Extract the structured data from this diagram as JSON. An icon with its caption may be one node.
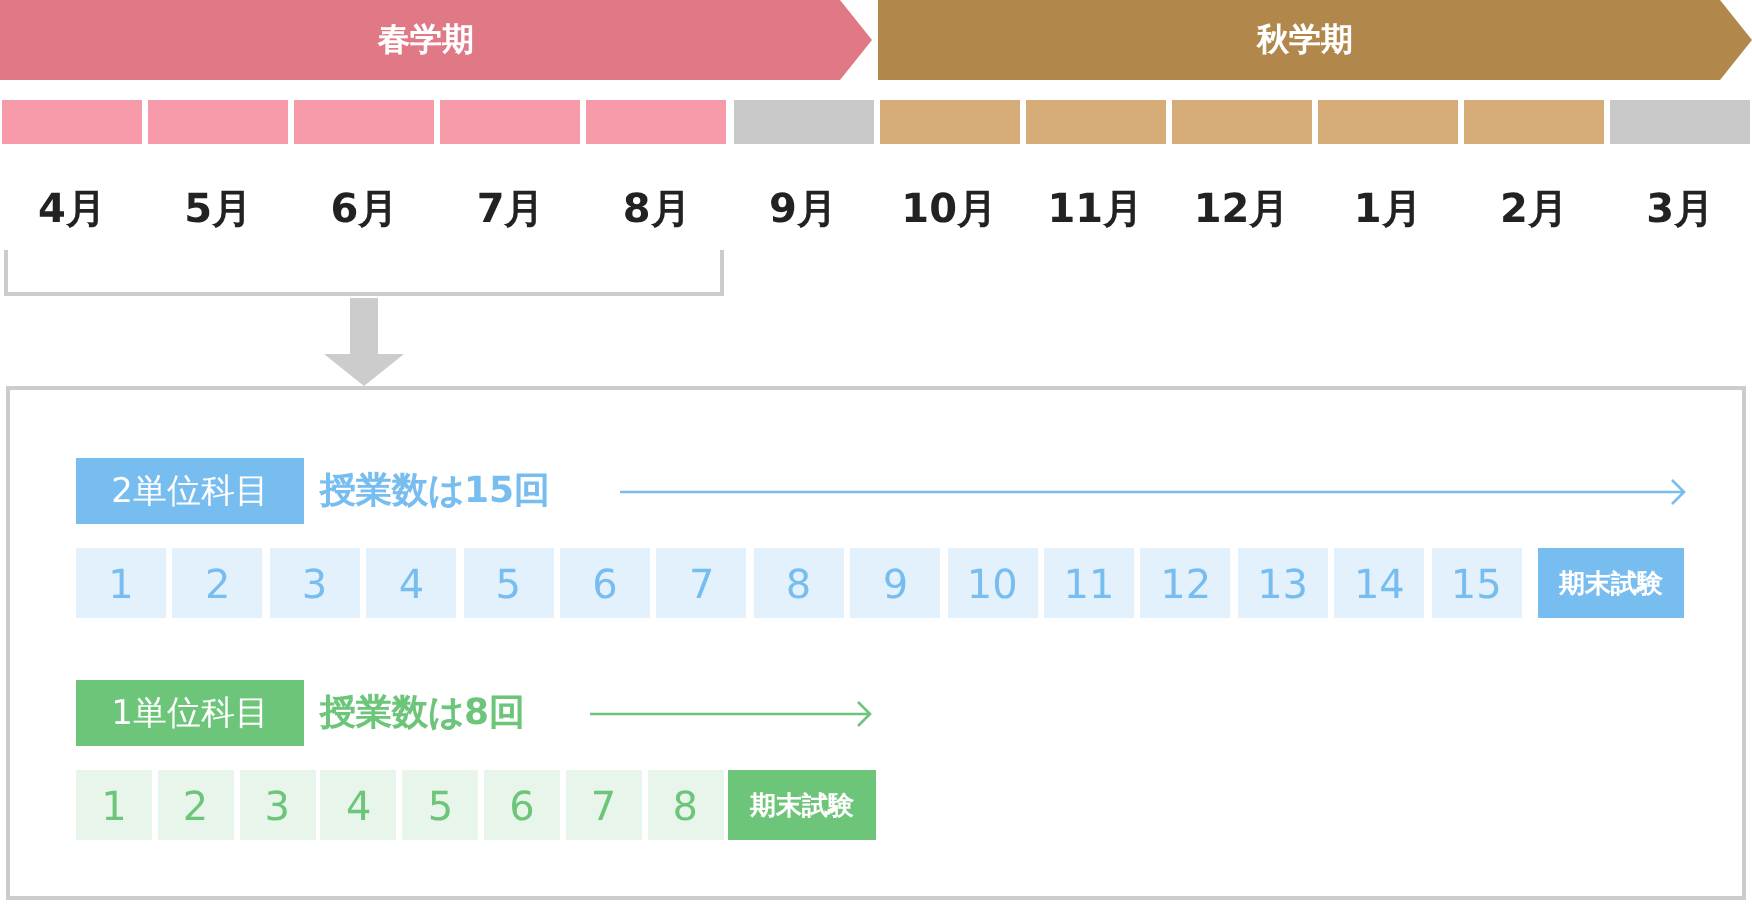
{
  "diagram": {
    "nodes": [
      {
        "text": [
          "春学期"
        ]
      },
      {
        "text": [
          "秋学期"
        ]
      },
      {
        "text": [
          "4月"
        ]
      },
      {
        "text": [
          "5月"
        ]
      },
      {
        "text": [
          "6月"
        ]
      },
      {
        "text": [
          "7月"
        ]
      },
      {
        "text": [
          "8月"
        ]
      },
      {
        "text": [
          "9月"
        ]
      },
      {
        "text": [
          "10月"
        ]
      },
      {
        "text": [
          "11月"
        ]
      },
      {
        "text": [
          "12月"
        ]
      },
      {
        "text": [
          "1月"
        ]
      },
      {
        "text": [
          "2月"
        ]
      },
      {
        "text": [
          "3月"
        ]
      },
      {
        "text": [],
        "shape": "bracket"
      },
      {
        "text": [],
        "shape": "box"
      },
      {
        "text": [
          "2単位科目"
        ],
        "in": 15
      },
      {
        "text": [
          "1"
        ],
        "in": 15
      },
      {
        "text": [
          "2"
        ],
        "in": 15
      },
      {
        "text": [
          "3"
        ],
        "in": 15
      },
      {
        "text": [
          "4"
        ],
        "in": 15
      },
      {
        "text": [
          "5"
        ],
        "in": 15
      },
      {
        "text": [
          "6"
        ],
        "in": 15
      },
      {
        "text": [
          "7"
        ],
        "in": 15
      },
      {
        "text": [
          "8"
        ],
        "in": 15
      },
      {
        "text": [
          "9"
        ],
        "in": 15
      },
      {
        "text": [
          "10"
        ],
        "in": 15
      },
      {
        "text": [
          "11"
        ],
        "in": 15
      },
      {
        "text": [
          "12"
        ],
        "in": 15
      },
      {
        "text": [
          "13"
        ],
        "in": 15
      },
      {
        "text": [
          "14"
        ],
        "in": 15
      },
      {
        "text": [
          "15"
        ],
        "in": 15
      },
      {
        "text": [
          "期末試験"
        ],
        "in": 15
      },
      {
        "text": [
          "1単位科目"
        ],
        "in": 15
      },
      {
        "text": [
          "1"
        ],
        "in": 15
      },
      {
        "text": [
          "2"
        ],
        "in": 15
      },
      {
        "text": [
          "3"
        ],
        "in": 15
      },
      {
        "text": [
          "4"
        ],
        "in": 15
      },
      {
        "text": [
          "5"
        ],
        "in": 15
      },
      {
        "text": [
          "6"
        ],
        "in": 15
      },
      {
        "text": [
          "7"
        ],
        "in": 15
      },
      {
        "text": [
          "8"
        ],
        "in": 15
      },
      {
        "text": [
          "期末試験"
        ],
        "in": 15
      }
    ],
    "edges": [
      {
        "from": 14,
        "to": 15,
        "arrow": "to"
      }
    ],
    "labels": [
      "授業数は15回",
      "授業数は8回"
    ]
  }
}
